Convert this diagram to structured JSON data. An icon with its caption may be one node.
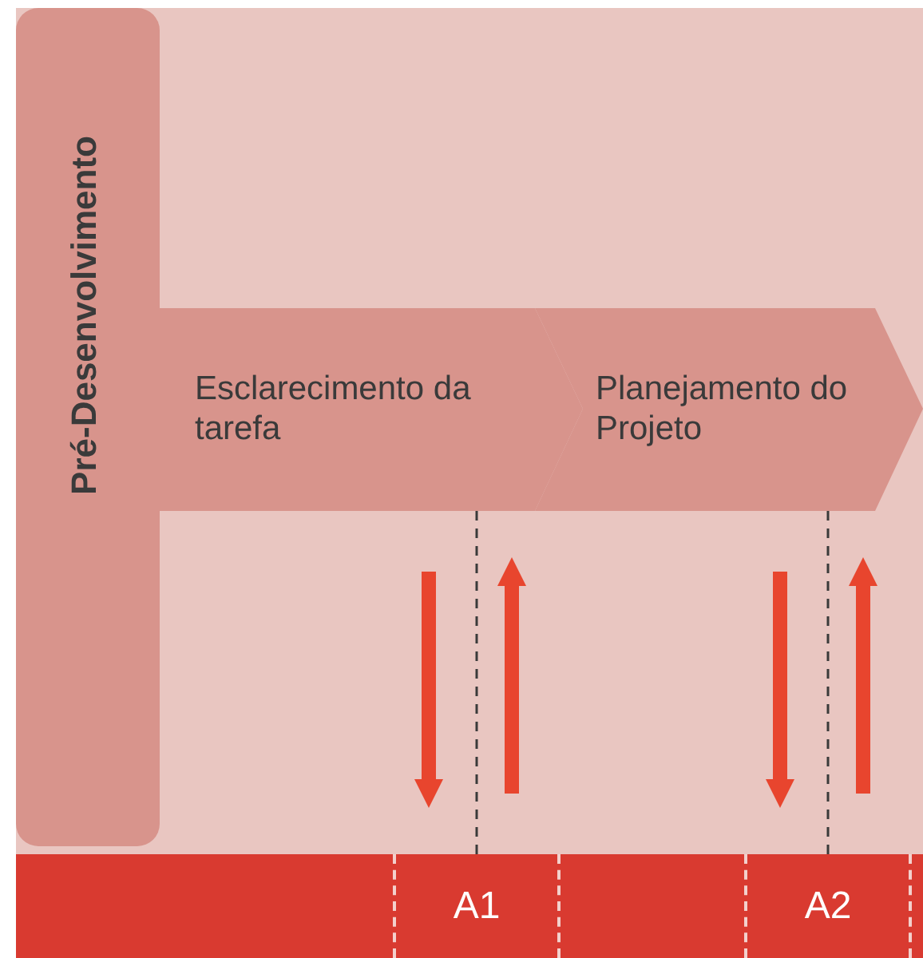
{
  "diagram": {
    "nodes": [
      {
        "text": [
          "Pré-Desenvolvimento"
        ]
      },
      {
        "text": [
          "Esclarecimento da tarefa"
        ]
      },
      {
        "text": [
          "Planejamento do Projeto"
        ]
      },
      {
        "text": [],
        "shape": "bar"
      },
      {
        "text": [
          "A1"
        ],
        "in": 3
      },
      {
        "text": [
          "A2"
        ],
        "in": 3
      }
    ],
    "edges": [
      {
        "from": 1,
        "to": 4,
        "arrow": "none",
        "style": "dashed",
        "color": "#3a3a3a"
      },
      {
        "from": 1,
        "to": 4,
        "arrow": "to"
      },
      {
        "from": 4,
        "to": 1,
        "arrow": "to"
      },
      {
        "from": 2,
        "to": 5,
        "arrow": "none",
        "style": "dashed",
        "color": "#3a3a3a"
      },
      {
        "from": 2,
        "to": 5,
        "arrow": "to"
      },
      {
        "from": 5,
        "to": 2,
        "arrow": "to"
      }
    ]
  }
}
